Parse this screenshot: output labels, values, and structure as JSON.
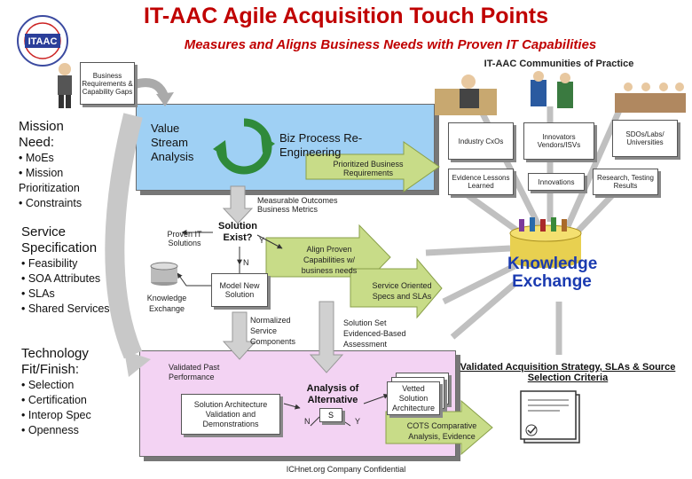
{
  "header": {
    "title": "IT-AAC Agile Acquisition Touch Points",
    "subtitle": "Measures and Aligns Business Needs with Proven IT Capabilities",
    "logo_text": "ITAAC"
  },
  "communities": {
    "title": "IT-AAC Communities of Practice",
    "industry": "Industry CxOs",
    "innovators": "Innovators Vendors/ISVs",
    "sdos": "SDOs/Labs/ Universities",
    "evidence": "Evidence Lessons Learned",
    "innovations": "Innovations",
    "research": "Research, Testing Results"
  },
  "sidebar": {
    "business_req": "Business Requirements & Capability Gaps",
    "mission": {
      "heading": "Mission Need:",
      "items": [
        "• MoEs",
        "• Mission Prioritization",
        "• Constraints"
      ]
    },
    "service": {
      "heading": "Service Specification",
      "items": [
        "• Feasibility",
        "• SOA Attributes",
        "• SLAs",
        "• Shared Services"
      ]
    },
    "technology": {
      "heading": "Technology Fit/Finish:",
      "items": [
        "• Selection",
        "• Certification",
        "• Interop Spec",
        "• Openness"
      ]
    }
  },
  "top_panel": {
    "value_stream": "Value Stream Analysis",
    "biz_process": "Biz Process Re-Engineering",
    "prioritized": "Prioritized Business Requirements",
    "measurable": "Measurable Outcomes Business Metrics"
  },
  "middle": {
    "proven": "Proven IT Solutions",
    "solution_exist": "Solution Exist?",
    "y": "Y",
    "n": "N",
    "align": "Align Proven Capabilities w/ business needs",
    "knowledge_exchange": "Knowledge Exchange",
    "model_new": "Model New Solution",
    "service_oriented": "Service Oriented Specs and SLAs",
    "normalized": "Normalized Service Components",
    "solution_set": "Solution Set Evidenced-Based Assessment",
    "ke_logo": "Knowledge Exchange"
  },
  "bottom_panel": {
    "validated_perf": "Validated Past Performance",
    "validation": "Solution Architecture Validation and Demonstrations",
    "aoa": "Analysis of Alternative",
    "s": "S",
    "n": "N",
    "y": "Y",
    "vetted": "Vetted Solution Architecture",
    "cots": "COTS Comparative Analysis, Evidence",
    "validated_strategy": "Validated Acquisition Strategy, SLAs & Source Selection Criteria"
  },
  "footer": "ICHnet.org Company Confidential"
}
